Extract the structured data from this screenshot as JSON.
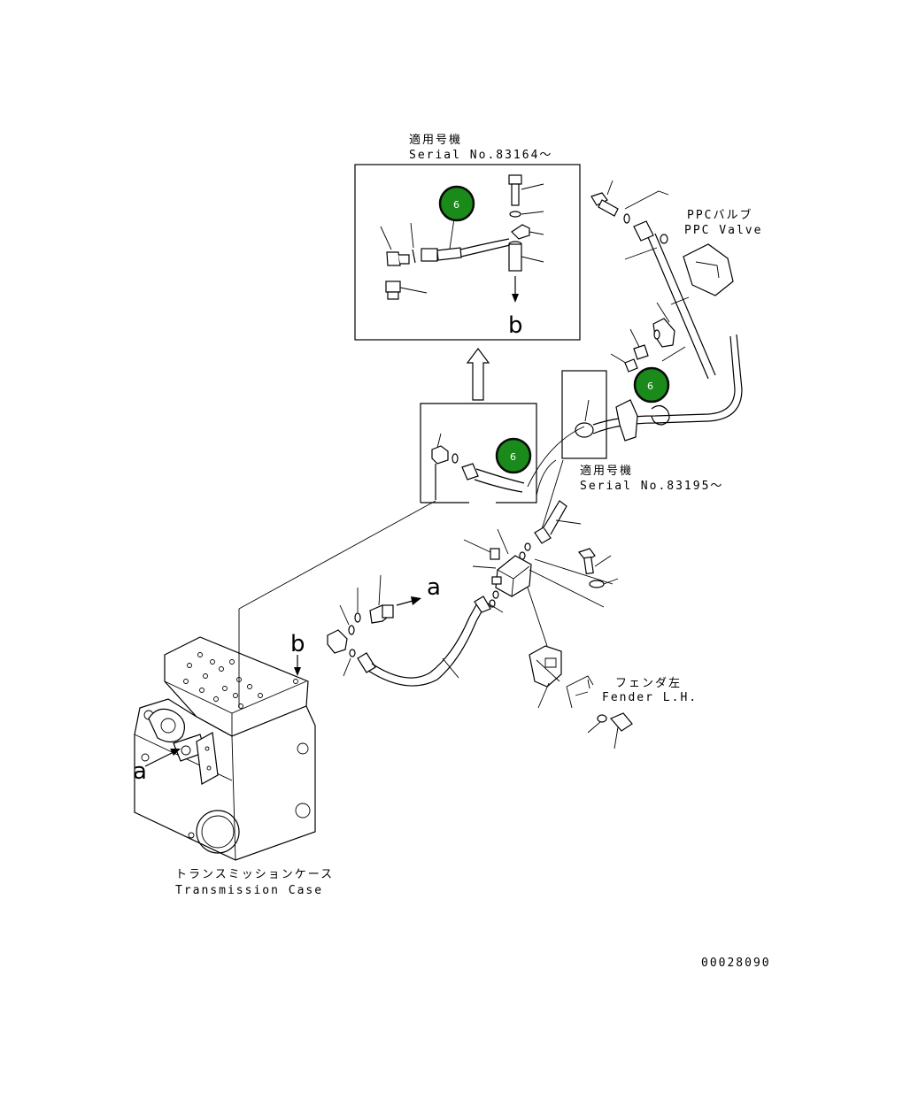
{
  "labels": {
    "inset_top_jp": "適用号機",
    "inset_top_serial": "Serial No.83164〜",
    "inset_mid_jp": "適用号機",
    "inset_mid_serial": "Serial No.83195〜",
    "ppc_jp": "PPCバルブ",
    "ppc_en": "PPC Valve",
    "fender_jp": "フェンダ左",
    "fender_en": "Fender L.H.",
    "trans_jp": "トランスミッションケース",
    "trans_en": "Transmission Case",
    "arrow_a": "a",
    "arrow_b": "b",
    "inset_b": "b",
    "case_a": "a",
    "case_b": "b",
    "drawing_no": "00028090"
  },
  "badges": [
    {
      "number": "6"
    },
    {
      "number": "6"
    },
    {
      "number": "6"
    }
  ],
  "colors": {
    "badge_fill": "#1a8a1a",
    "badge_stroke": "#0a0a0a",
    "line": "#000000"
  }
}
